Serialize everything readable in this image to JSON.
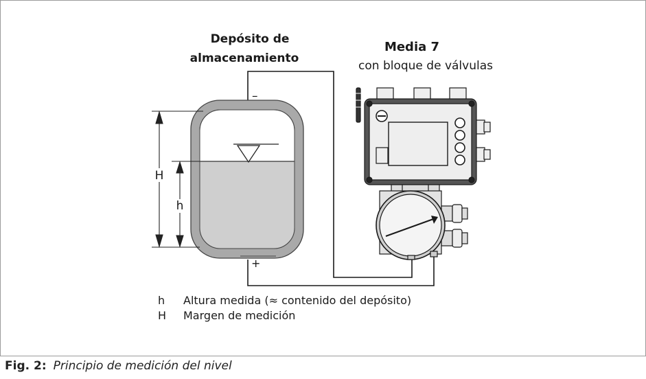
{
  "labels": {
    "tank_title_line1": "Depósito de",
    "tank_title_line2": "almacenamiento",
    "device_title": "Media 7",
    "device_subtitle": "con bloque de válvulas",
    "minus_sign": "–",
    "plus_sign": "+",
    "total_height_symbol": "H",
    "level_height_symbol": "h"
  },
  "legend": [
    {
      "symbol": "h",
      "text": "Altura medida (≈ contenido del depósito)"
    },
    {
      "symbol": "H",
      "text": "Margen de medición"
    }
  ],
  "caption": {
    "number": "Fig. 2:",
    "text": "Principio de medición del nivel"
  },
  "colors": {
    "liquid": "#cfcfcf",
    "tank_wall": "#a9a9a9",
    "device_body": "#eeeeee",
    "line": "#1a1a1a",
    "frame": "#9a9a9a"
  }
}
